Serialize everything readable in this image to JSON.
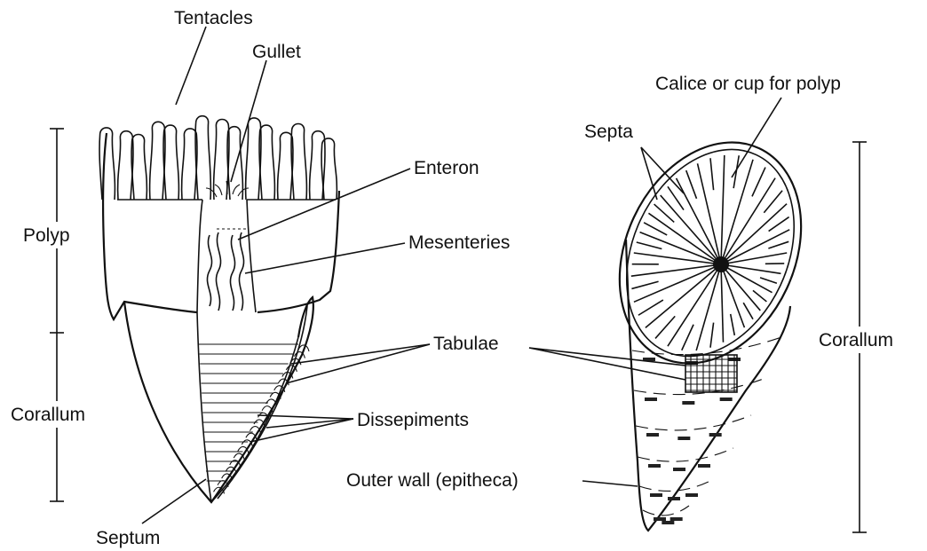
{
  "labels": {
    "tentacles": "Tentacles",
    "gullet": "Gullet",
    "enteron": "Enteron",
    "mesenteries": "Mesenteries",
    "polyp": "Polyp",
    "corallum_left": "Corallum",
    "tabulae": "Tabulae",
    "dissepiments": "Dissepiments",
    "septum": "Septum",
    "calice": "Calice or cup for polyp",
    "septa": "Septa",
    "corallum_right": "Corallum",
    "outer_wall": "Outer wall (epitheca)"
  },
  "colors": {
    "ink": "#111111",
    "paper": "#ffffff"
  }
}
